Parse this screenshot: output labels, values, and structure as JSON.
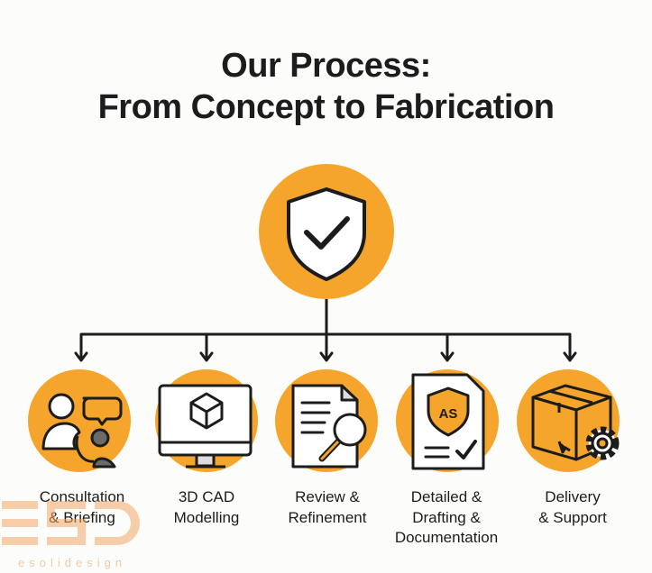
{
  "title": {
    "line1": "Our Process:",
    "line2": "From Concept to Fabrication"
  },
  "root": {
    "icon": "shield-check-icon"
  },
  "steps": [
    {
      "label1": "Consultation",
      "label2": "& Briefing",
      "icon": "consultation-people-icon"
    },
    {
      "label1": "3D CAD",
      "label2": "Modelling",
      "icon": "monitor-cube-icon"
    },
    {
      "label1": "Review &",
      "label2": "Refinement",
      "icon": "document-magnifier-icon"
    },
    {
      "label1": "Detailed &",
      "label2": "Drafting &",
      "label3": "Documentation",
      "icon": "document-shield-icon",
      "badge": "AS"
    },
    {
      "label1": "Delivery",
      "label2": "& Support",
      "icon": "box-gear-icon"
    }
  ],
  "watermark": {
    "logo": "ESD",
    "text": "esolidesign"
  },
  "colors": {
    "accent": "#F5A52B",
    "ink": "#1c1c1c",
    "background": "#fcfcfa"
  }
}
